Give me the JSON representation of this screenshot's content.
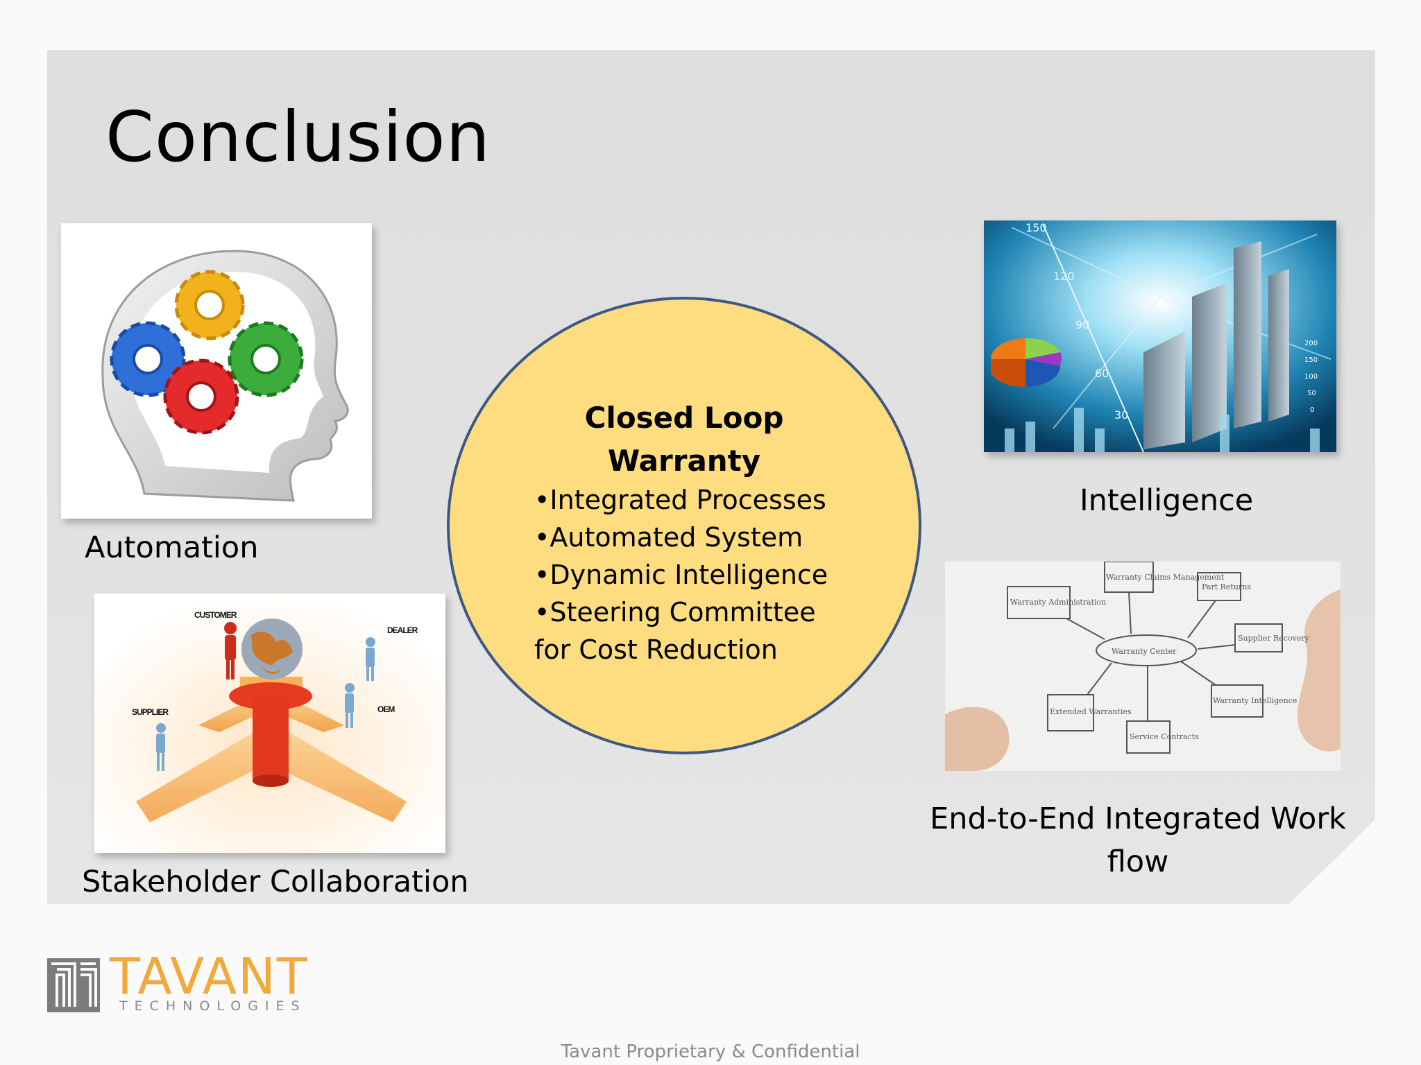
{
  "slide": {
    "title": "Conclusion"
  },
  "captions": {
    "automation": "Automation",
    "stakeholder": "Stakeholder Collaboration",
    "intelligence": "Intelligence",
    "workflow_line1": "End-to-End Integrated Work",
    "workflow_line2": "flow"
  },
  "circle": {
    "title_line1": "Closed Loop",
    "title_line2": "Warranty",
    "items": [
      "•Integrated Processes",
      "•Automated System",
      "•Dynamic Intelligence",
      "•Steering Committee",
      "for Cost Reduction"
    ]
  },
  "stakeholder_image": {
    "labels": {
      "customer": "CUSTOMER",
      "dealer": "DEALER",
      "supplier": "SUPPLIER",
      "oem": "OEM"
    }
  },
  "intelligence_image": {
    "axis_ticks": [
      "150",
      "120",
      "90",
      "60",
      "30"
    ],
    "right_ticks": [
      "200",
      "150",
      "100",
      "50",
      "0"
    ]
  },
  "workflow_image": {
    "center": "Warranty Center",
    "nodes": [
      "Warranty Administration",
      "Warranty Claims Management",
      "Part Returns",
      "Supplier Recovery",
      "Warranty Intelligence",
      "Service Contracts",
      "Extended Warranties"
    ]
  },
  "logo": {
    "name": "TAVANT",
    "sub": "TECHNOLOGIES"
  },
  "footer": {
    "text": "Tavant Proprietary & Confidential"
  },
  "colors": {
    "circle_fill": "#fddd80",
    "circle_border": "#3d5784",
    "logo_orange": "#f0a93a",
    "footer_gray": "#8a8a8a"
  }
}
